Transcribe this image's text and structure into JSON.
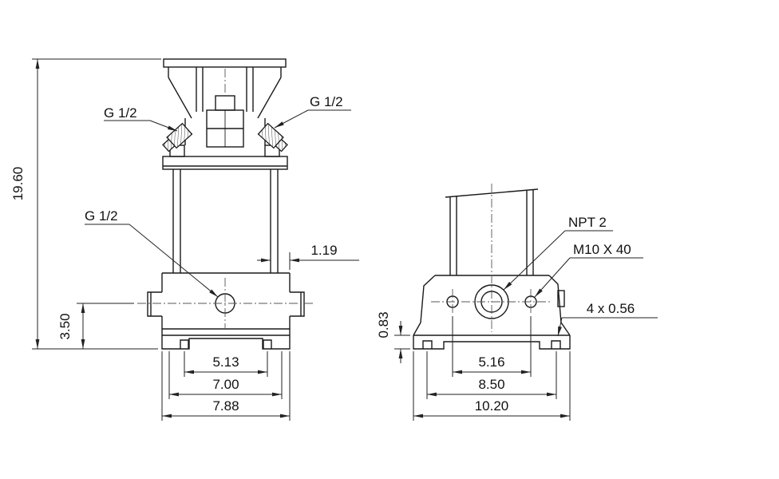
{
  "meta": {
    "background": "#ffffff",
    "line_color": "#1a1a1a",
    "dim_color": "#222222"
  },
  "front_view": {
    "dim_overall_height": "19.60",
    "dim_port_center_height": "3.50",
    "dim_wall_offset": "1.19",
    "dim_foot_slot_span": "5.13",
    "dim_inner_span": "7.00",
    "dim_base_width": "7.88",
    "label_plug_left": "G 1/2",
    "label_plug_right": "G 1/2",
    "label_drain_plug": "G 1/2"
  },
  "side_view": {
    "dim_foot_height": "0.83",
    "dim_port_bolt_span": "5.16",
    "dim_foot_slot_span": "8.50",
    "dim_base_width": "10.20",
    "label_port_thread": "NPT 2",
    "label_stud": "M10 X 40",
    "label_foot_holes": "4 x 0.56"
  }
}
